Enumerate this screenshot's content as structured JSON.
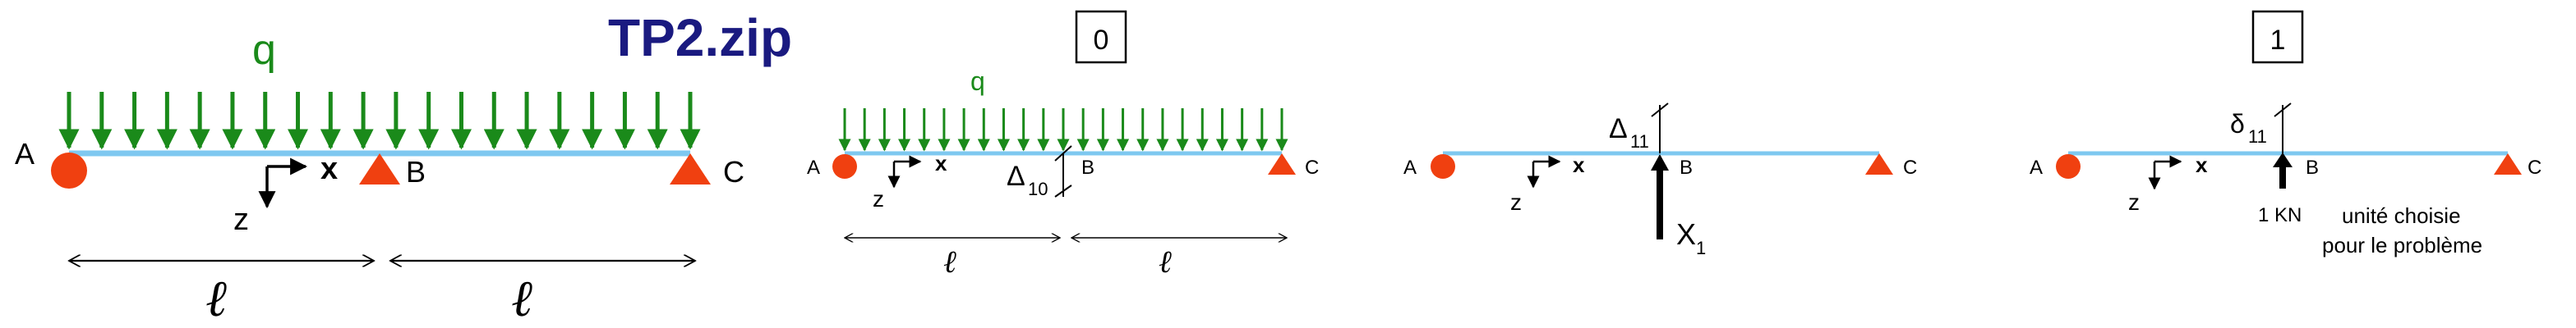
{
  "title": "TP2.zip",
  "colors": {
    "beam": "#7ec8f0",
    "load": "#1a8a1a",
    "support": "#f04010",
    "title": "#1a1a80",
    "ink": "#000000"
  },
  "main": {
    "load_label": "q",
    "node_a": "A",
    "node_b": "B",
    "node_c": "C",
    "axis_x": "x",
    "axis_z": "z",
    "length_left": "ℓ",
    "length_right": "ℓ"
  },
  "state0": {
    "box_label": "0",
    "load_label": "q",
    "node_a": "A",
    "node_b": "B",
    "node_c": "C",
    "axis_x": "x",
    "axis_z": "z",
    "delta_symbol": "Δ",
    "delta_sub": "10",
    "length_left": "ℓ",
    "length_right": "ℓ"
  },
  "state_x1": {
    "node_a": "A",
    "node_b": "B",
    "node_c": "C",
    "axis_x": "x",
    "axis_z": "z",
    "delta_symbol": "Δ",
    "delta_sub": "11",
    "force_symbol": "X",
    "force_sub": "1"
  },
  "state1": {
    "box_label": "1",
    "node_a": "A",
    "node_b": "B",
    "node_c": "C",
    "axis_x": "x",
    "axis_z": "z",
    "delta_symbol": "δ",
    "delta_sub": "11",
    "force_label": "1 KN",
    "note_line1": "unité choisie",
    "note_line2": "pour le problème"
  }
}
